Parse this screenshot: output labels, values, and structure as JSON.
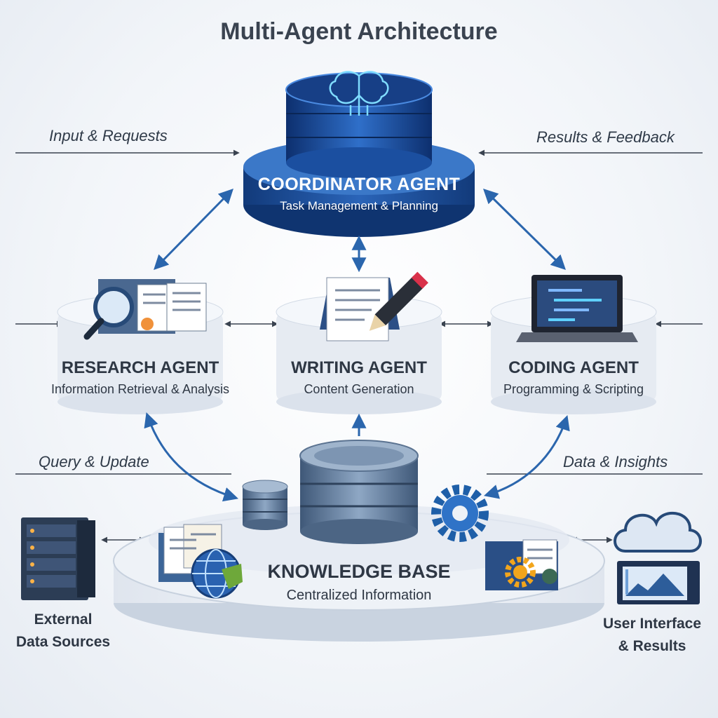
{
  "title": "Multi-Agent Architecture",
  "coordinator": {
    "name": "COORDINATOR AGENT",
    "description": "Task Management & Planning",
    "icon": "brain-icon"
  },
  "flows": {
    "input": "Input & Requests",
    "results": "Results & Feedback",
    "query": "Query & Update",
    "insights": "Data & Insights"
  },
  "agents": [
    {
      "name": "RESEARCH AGENT",
      "description": "Information Retrieval & Analysis",
      "icon": "magnifier-documents-icon"
    },
    {
      "name": "WRITING AGENT",
      "description": "Content Generation",
      "icon": "document-pen-icon"
    },
    {
      "name": "CODING AGENT",
      "description": "Programming & Scripting",
      "icon": "laptop-code-icon"
    }
  ],
  "knowledge_base": {
    "name": "KNOWLEDGE BASE",
    "description": "Centralized Information"
  },
  "external": {
    "line1": "External",
    "line2": "Data Sources",
    "icon": "server-rack-icon"
  },
  "ui": {
    "line1": "User Interface",
    "line2": "& Results",
    "icon": "cloud-monitor-icon"
  },
  "colors": {
    "accent": "#1f5fa8",
    "dark_blue": "#123c7a",
    "steel": "#4a6a8e",
    "text": "#2e3744"
  }
}
